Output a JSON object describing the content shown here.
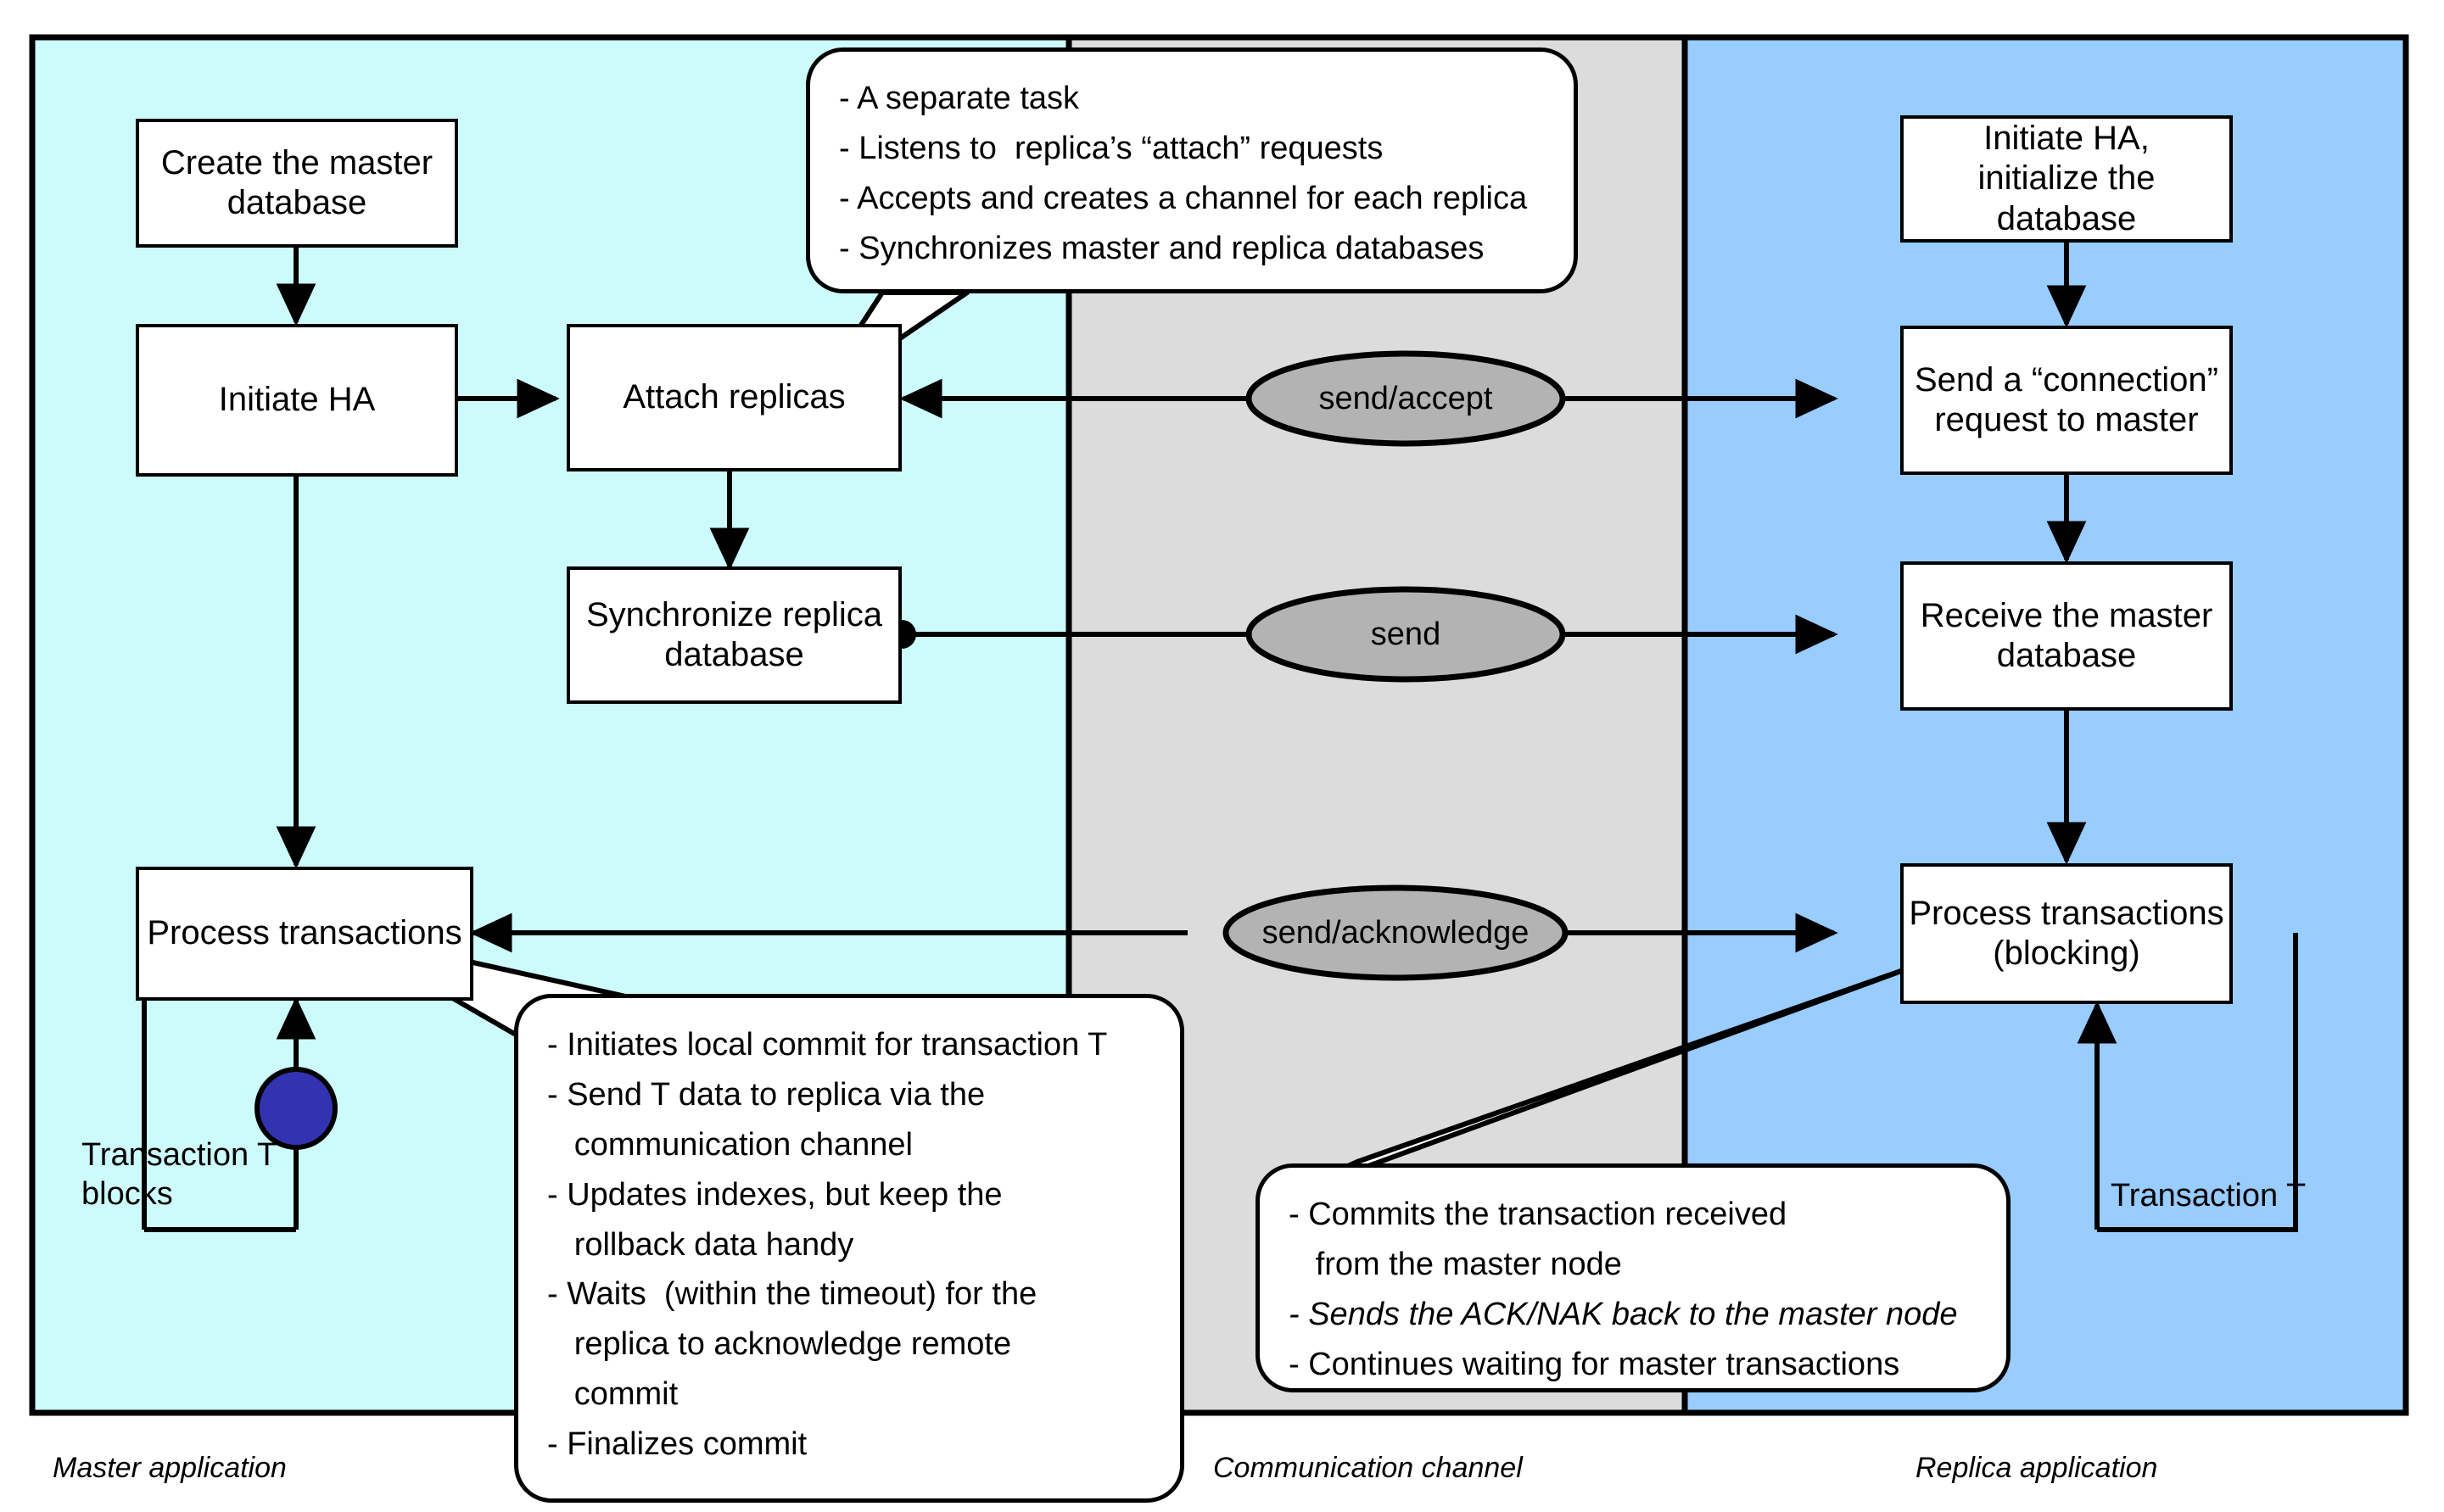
{
  "diagram": {
    "title": "Master/Replica HA database replication flow",
    "colors": {
      "master_panel": "#cdfbfb",
      "channel_panel": "#dcdcdc",
      "replica_panel": "#99ccff",
      "channel_token": "#b3b3b3",
      "transaction_marker": "#3333b2",
      "stroke": "#000000",
      "box_fill": "#ffffff"
    },
    "lanes": [
      {
        "id": "master",
        "label": "Master application"
      },
      {
        "id": "channel",
        "label": "Communication channel"
      },
      {
        "id": "replica",
        "label": "Replica application"
      }
    ],
    "master_boxes": [
      {
        "id": "create-master-db",
        "label": "Create the master\ndatabase"
      },
      {
        "id": "initiate-ha",
        "label": "Initiate HA"
      },
      {
        "id": "attach-replicas",
        "label": "Attach replicas"
      },
      {
        "id": "sync-replica-db",
        "label": "Synchronize replica\ndatabase"
      },
      {
        "id": "process-transactions",
        "label": "Process transactions"
      }
    ],
    "replica_boxes": [
      {
        "id": "initiate-ha-init-db",
        "label": "Initiate HA,\ninitialize the database"
      },
      {
        "id": "send-connection-request",
        "label": "Send a “connection”\nrequest to master"
      },
      {
        "id": "receive-master-db",
        "label": "Receive the master\ndatabase"
      },
      {
        "id": "process-transactions-blocking",
        "label": "Process transactions\n(blocking)"
      }
    ],
    "channel_tokens": [
      {
        "id": "send-accept",
        "label": "send/accept"
      },
      {
        "id": "send",
        "label": "send"
      },
      {
        "id": "send-acknowledge",
        "label": "send/acknowledge"
      }
    ],
    "loop_labels": [
      {
        "id": "master-loop",
        "label": "Transaction T\nblocks"
      },
      {
        "id": "replica-loop",
        "label": "Transaction T"
      }
    ],
    "callouts": [
      {
        "id": "attach-replicas-note",
        "lines": [
          {
            "text": "- A separate task",
            "italic": false
          },
          {
            "text": "- Listens to  replica’s “attach” requests",
            "italic": false
          },
          {
            "text": "- Accepts and creates a channel for each replica",
            "italic": false
          },
          {
            "text": "- Synchronizes master and replica databases",
            "italic": false
          }
        ]
      },
      {
        "id": "master-process-note",
        "lines": [
          {
            "text": "- Initiates local commit for transaction T",
            "italic": false
          },
          {
            "text": "- Send T data to replica via the",
            "italic": false
          },
          {
            "text": "   communication channel",
            "italic": false
          },
          {
            "text": "- Updates indexes, but keep the",
            "italic": false
          },
          {
            "text": "   rollback data handy",
            "italic": false
          },
          {
            "text": "- Waits  (within the timeout) for the",
            "italic": false
          },
          {
            "text": "   replica to acknowledge remote",
            "italic": false
          },
          {
            "text": "   commit",
            "italic": false
          },
          {
            "text": "- Finalizes commit",
            "italic": false
          }
        ]
      },
      {
        "id": "replica-process-note",
        "lines": [
          {
            "text": "- Commits the transaction received",
            "italic": false
          },
          {
            "text": "   from the master node",
            "italic": false
          },
          {
            "text": "- Sends the ACK/NAK back to the master node",
            "italic": true
          },
          {
            "text": "- Continues waiting for master transactions",
            "italic": false
          }
        ]
      }
    ]
  }
}
